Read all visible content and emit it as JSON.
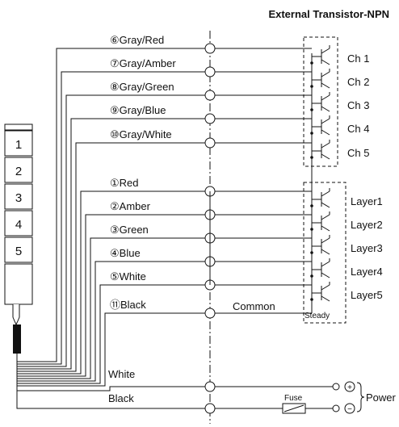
{
  "title": "External Transistor-NPN",
  "tower_numbers": [
    "1",
    "2",
    "3",
    "4",
    "5"
  ],
  "wires": [
    {
      "label": "⑥Gray/Red"
    },
    {
      "label": "⑦Gray/Amber"
    },
    {
      "label": "⑧Gray/Green"
    },
    {
      "label": "⑨Gray/Blue"
    },
    {
      "label": "⑩Gray/White"
    },
    {
      "label": "①Red"
    },
    {
      "label": "②Amber"
    },
    {
      "label": "③Green"
    },
    {
      "label": "④Blue"
    },
    {
      "label": "⑤White"
    },
    {
      "label": "⑪Black"
    }
  ],
  "channels": [
    "Ch 1",
    "Ch 2",
    "Ch 3",
    "Ch 4",
    "Ch 5"
  ],
  "layers": [
    "Layer1",
    "Layer2",
    "Layer3",
    "Layer4",
    "Layer5"
  ],
  "common_label": "Common",
  "steady_label": "Steady",
  "power": {
    "white": "White",
    "black": "Black",
    "fuse": "Fuse",
    "label": "Power",
    "plus": "+",
    "minus": "−"
  }
}
